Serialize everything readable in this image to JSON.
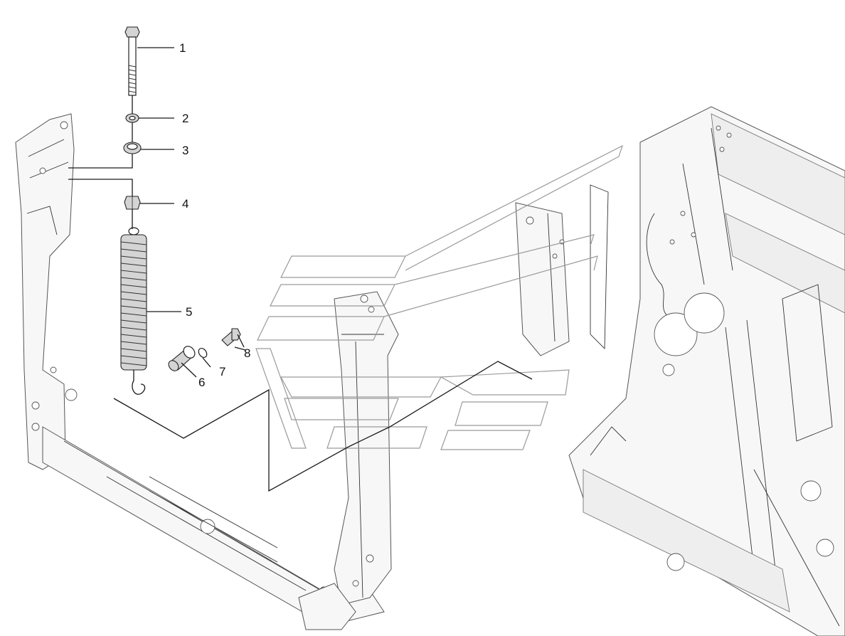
{
  "diagram": {
    "callouts": [
      {
        "id": "1",
        "label": "1"
      },
      {
        "id": "2",
        "label": "2"
      },
      {
        "id": "3",
        "label": "3"
      },
      {
        "id": "4",
        "label": "4"
      },
      {
        "id": "5",
        "label": "5"
      },
      {
        "id": "6",
        "label": "6"
      },
      {
        "id": "7",
        "label": "7"
      },
      {
        "id": "8",
        "label": "8"
      }
    ],
    "parts": [
      {
        "callout": "1",
        "icon": "bolt-icon"
      },
      {
        "callout": "2",
        "icon": "washer-icon"
      },
      {
        "callout": "3",
        "icon": "bushing-icon"
      },
      {
        "callout": "4",
        "icon": "nut-icon"
      },
      {
        "callout": "5",
        "icon": "tension-spring-icon"
      },
      {
        "callout": "6",
        "icon": "pin-icon"
      },
      {
        "callout": "7",
        "icon": "circlip-icon"
      },
      {
        "callout": "8",
        "icon": "screw-icon"
      }
    ],
    "colors": {
      "line": "#1a1a1a",
      "frame_fill": "#f7f7f7",
      "watermark": "#9a9a9a"
    }
  }
}
